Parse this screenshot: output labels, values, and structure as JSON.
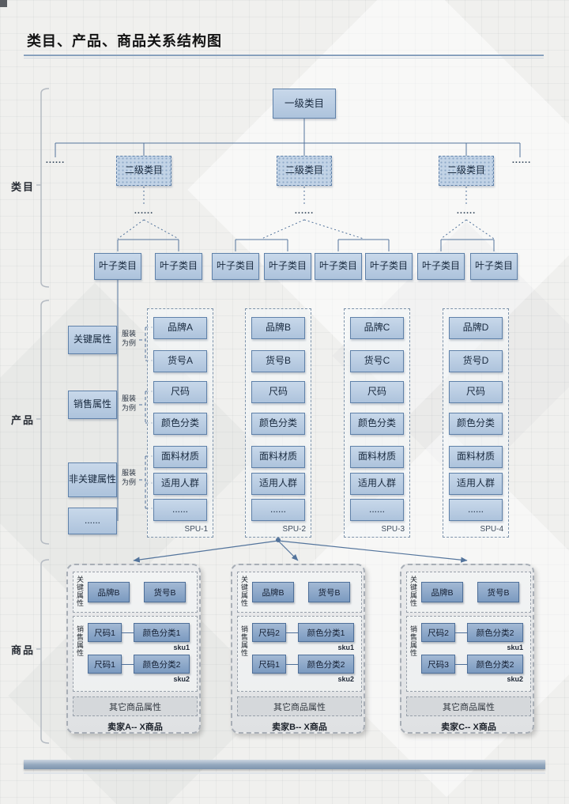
{
  "title": "类目、产品、商品关系结构图",
  "sections": {
    "category": "类目",
    "product": "产品",
    "commodity": "商品"
  },
  "category": {
    "root": "一级类目",
    "left_ellipsis": "......",
    "right_ellipsis": "......",
    "level2": [
      "二级类目",
      "二级类目",
      "二级类目"
    ],
    "branch_ellipsis": [
      "......",
      "......",
      "......"
    ],
    "leaves": [
      "叶子类目",
      "叶子类目",
      "叶子类目",
      "叶子类目",
      "叶子类目",
      "叶子类目",
      "叶子类目",
      "叶子类目"
    ]
  },
  "product": {
    "attr_groups": [
      {
        "label": "关键属性",
        "note": "服装为例"
      },
      {
        "label": "销售属性",
        "note": "服装为例"
      },
      {
        "label": "非关键属性",
        "note": "服装为例"
      },
      {
        "label": "......"
      }
    ],
    "spus": [
      {
        "name": "SPU-1",
        "items": [
          "品牌A",
          "货号A",
          "尺码",
          "颜色分类",
          "面料材质",
          "适用人群",
          "......"
        ]
      },
      {
        "name": "SPU-2",
        "items": [
          "品牌B",
          "货号B",
          "尺码",
          "颜色分类",
          "面料材质",
          "适用人群",
          "......"
        ]
      },
      {
        "name": "SPU-3",
        "items": [
          "品牌C",
          "货号C",
          "尺码",
          "颜色分类",
          "面料材质",
          "适用人群",
          "......"
        ]
      },
      {
        "name": "SPU-4",
        "items": [
          "品牌D",
          "货号D",
          "尺码",
          "颜色分类",
          "面料材质",
          "适用人群",
          "......"
        ]
      }
    ]
  },
  "commodity": {
    "sellers": [
      {
        "name": "卖家A-- X商品",
        "key_label": "关键属性",
        "key_items": [
          "品牌B",
          "货号B"
        ],
        "sales_label": "销售属性",
        "skus": [
          {
            "size": "尺码1",
            "color": "颜色分类1",
            "tag": "sku1"
          },
          {
            "size": "尺码1",
            "color": "颜色分类2",
            "tag": "sku2"
          }
        ],
        "other": "其它商品属性"
      },
      {
        "name": "卖家B-- X商品",
        "key_label": "关键属性",
        "key_items": [
          "品牌B",
          "货号B"
        ],
        "sales_label": "销售属性",
        "skus": [
          {
            "size": "尺码2",
            "color": "颜色分类1",
            "tag": "sku1"
          },
          {
            "size": "尺码1",
            "color": "颜色分类2",
            "tag": "sku2"
          }
        ],
        "other": "其它商品属性"
      },
      {
        "name": "卖家C-- X商品",
        "key_label": "关键属性",
        "key_items": [
          "品牌B",
          "货号B"
        ],
        "sales_label": "销售属性",
        "skus": [
          {
            "size": "尺码2",
            "color": "颜色分类2",
            "tag": "sku1"
          },
          {
            "size": "尺码3",
            "color": "颜色分类2",
            "tag": "sku2"
          }
        ],
        "other": "其它商品属性"
      }
    ]
  },
  "colors": {
    "accent": "#5f81a9",
    "node_fill": "#bcd0e4",
    "card_node_fill": "#86a3c4",
    "line": "#53749c"
  }
}
